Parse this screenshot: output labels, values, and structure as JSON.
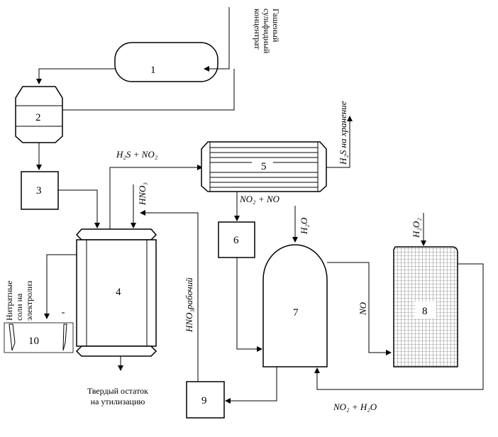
{
  "units": {
    "u1": "1",
    "u2": "2",
    "u3": "3",
    "u4": "4",
    "u5": "5",
    "u6": "6",
    "u7": "7",
    "u8": "8",
    "u9": "9",
    "u10": "10"
  },
  "labels": {
    "feed_line1": "Гашеный",
    "feed_line2": "сульфидный",
    "feed_line3": "концентрат",
    "h2s_no2": "H₂S + NO₂",
    "hno3": "HNO₃",
    "h2s_storage": "H₂S на хранение",
    "no2_no": "NO₂ + NO",
    "h2o": "H₂O",
    "h2o2": "H₂O₂",
    "no": "NO",
    "no2_h2o": "NO₂ + H₂O",
    "hno3_working": "HNO₃рабочий",
    "solid_residue_line1": "Твердый остаток",
    "solid_residue_line2": "на утилизацию",
    "nitrate_line1": "Нитратные",
    "nitrate_line2": "соли на",
    "nitrate_line3": "электролиз"
  }
}
